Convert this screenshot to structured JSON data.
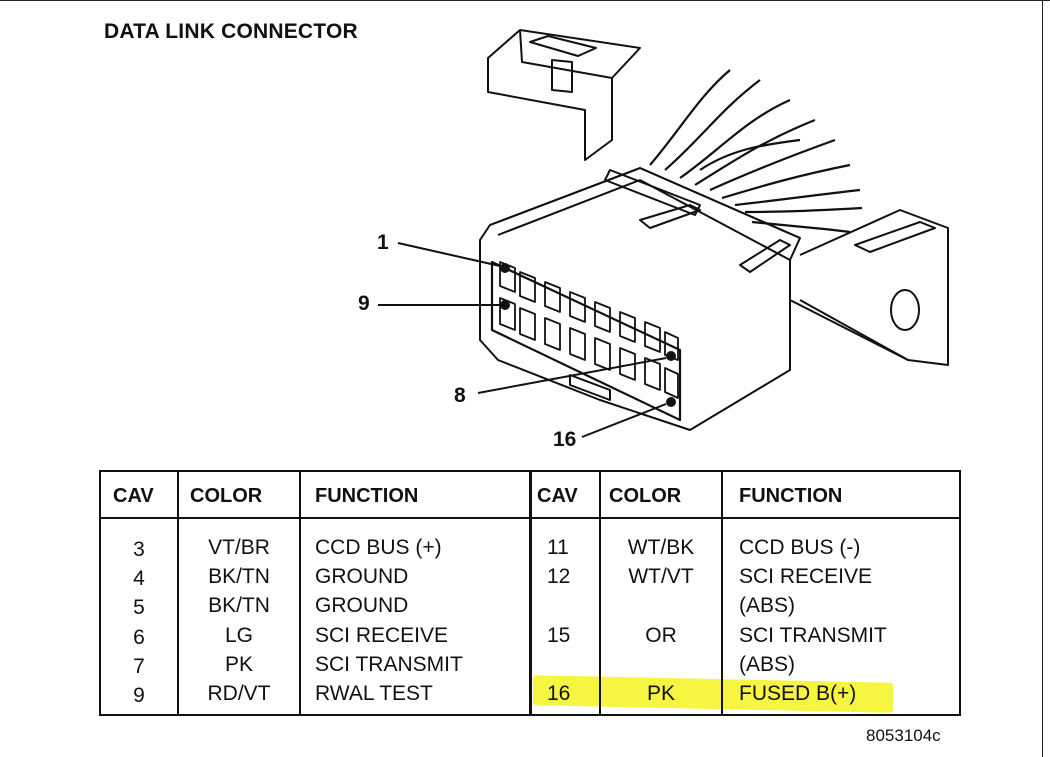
{
  "title": "DATA LINK CONNECTOR",
  "figure_id": "8053104c",
  "callouts": [
    "1",
    "9",
    "8",
    "16"
  ],
  "table": {
    "headers": {
      "left": [
        "CAV",
        "COLOR",
        "FUNCTION"
      ],
      "right": [
        "CAV",
        "COLOR",
        "FUNCTION"
      ]
    },
    "left_rows": [
      {
        "cav": "3",
        "color": "VT/BR",
        "function": "CCD BUS (+)"
      },
      {
        "cav": "4",
        "color": "BK/TN",
        "function": "GROUND"
      },
      {
        "cav": "5",
        "color": "BK/TN",
        "function": "GROUND"
      },
      {
        "cav": "6",
        "color": "LG",
        "function": "SCI RECEIVE"
      },
      {
        "cav": "7",
        "color": "PK",
        "function": "SCI TRANSMIT"
      },
      {
        "cav": "9",
        "color": "RD/VT",
        "function": "RWAL TEST"
      }
    ],
    "right_rows": [
      {
        "cav": "11",
        "color": "WT/BK",
        "function": "CCD BUS (-)"
      },
      {
        "cav": "12",
        "color": "WT/VT",
        "function": "SCI RECEIVE",
        "function2": "(ABS)"
      },
      {
        "cav": "15",
        "color": "OR",
        "function": "SCI TRANSMIT",
        "function2": "(ABS)"
      },
      {
        "cav": "16",
        "color": "PK",
        "function": "FUSED B(+)"
      }
    ]
  },
  "colors": {
    "highlight": "#f6f542",
    "ink": "#111111"
  }
}
